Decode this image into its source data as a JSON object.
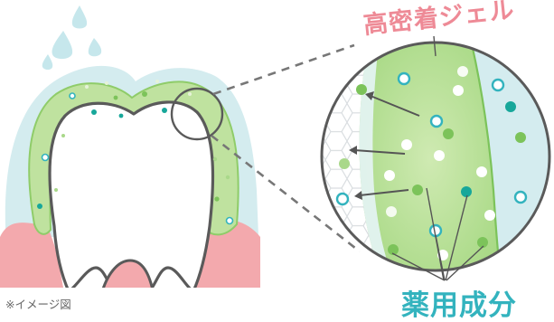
{
  "labels": {
    "gel": "高密着ジェル",
    "medicine": "薬用成分",
    "note": "※イメージ図"
  },
  "colors": {
    "gel_green": "#9fd67a",
    "gel_light": "#c9e9a8",
    "water_blue": "#cfe9ec",
    "gum_pink": "#f3a9ad",
    "tooth_outline": "#5a5a5a",
    "accent_pink": "#ee8a96",
    "accent_teal": "#33b3be"
  }
}
